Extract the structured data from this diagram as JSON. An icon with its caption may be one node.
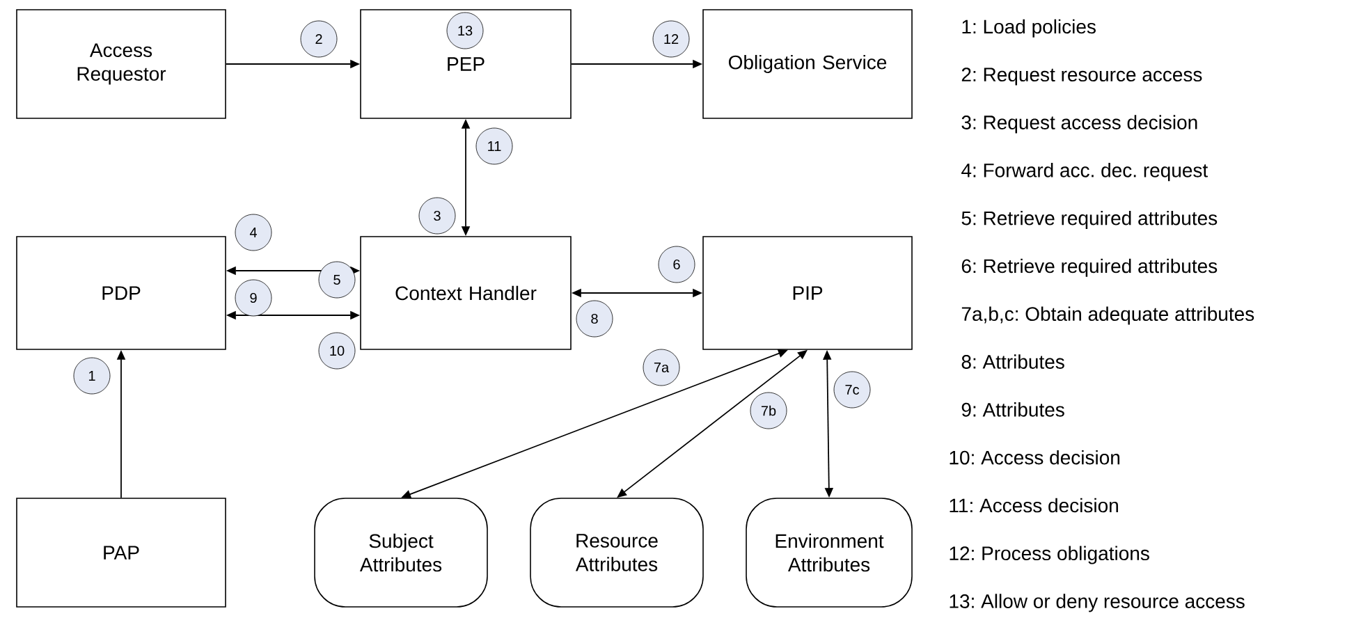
{
  "diagram": {
    "nodes": [
      {
        "text": [
          "Access Requestor"
        ]
      },
      {
        "text": [
          "PEP"
        ]
      },
      {
        "text": [
          "Obligation Service"
        ]
      },
      {
        "text": [
          "PDP"
        ]
      },
      {
        "text": [
          "Context Handler"
        ]
      },
      {
        "text": [
          "PIP"
        ]
      },
      {
        "text": [
          "PAP"
        ]
      },
      {
        "text": [
          "Subject Attributes"
        ]
      },
      {
        "text": [
          "Resource Attributes"
        ]
      },
      {
        "text": [
          "Environment Attributes"
        ]
      }
    ],
    "edges": [
      {
        "from": 0,
        "to": 1,
        "arrow": "to"
      },
      {
        "from": 1,
        "to": 2,
        "arrow": "to"
      },
      {
        "from": 1,
        "to": 4,
        "arrow": "both"
      },
      {
        "from": 3,
        "to": 4,
        "arrow": "both"
      },
      {
        "from": 3,
        "to": 4,
        "arrow": "both"
      },
      {
        "from": 4,
        "to": 5,
        "arrow": "both"
      },
      {
        "from": 6,
        "to": 3,
        "arrow": "to"
      },
      {
        "from": 5,
        "to": 7,
        "arrow": "both"
      },
      {
        "from": 5,
        "to": 8,
        "arrow": "both"
      },
      {
        "from": 5,
        "to": 9,
        "arrow": "both"
      }
    ],
    "labels": [
      "1",
      "2",
      "3",
      "4",
      "5",
      "6",
      "7a",
      "7b",
      "7c",
      "8",
      "9",
      "10",
      "11",
      "12",
      "13",
      "1: Load policies",
      "2: Request resource access",
      "3: Request access decision",
      "4: Forward acc. dec. request",
      "5: Retrieve required attributes",
      "6: Retrieve required attributes",
      "7a,b,c: Obtain adequate attributes",
      "8: Attributes",
      "9: Attributes",
      "10: Access decision",
      "11: Access decision",
      "12: Process obligations",
      "13: Allow or deny resource access"
    ]
  }
}
